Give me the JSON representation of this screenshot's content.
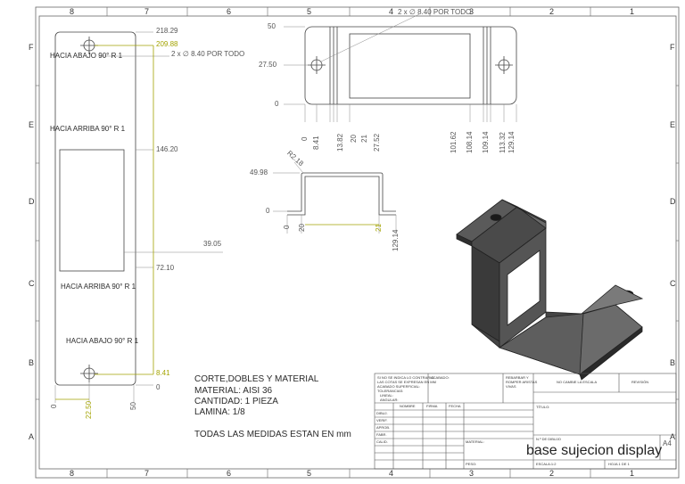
{
  "colors": {
    "line": "#555555",
    "dim": "#777777",
    "highlight": "#a3a300",
    "part": "#3d3d3d"
  },
  "zones": {
    "top": [
      "8",
      "7",
      "6",
      "5",
      "4",
      "3",
      "2",
      "1"
    ],
    "bottom": [
      "8",
      "7",
      "6",
      "5",
      "4",
      "3",
      "2",
      "1"
    ],
    "left": [
      "F",
      "E",
      "D",
      "C",
      "B",
      "A"
    ],
    "right": [
      "F",
      "E",
      "D",
      "C",
      "B",
      "A"
    ]
  },
  "flat_pattern": {
    "bend_labels": [
      "HACIA ABAJO  90°  R 1",
      "HACIA ARRIBA  90°  R 1",
      "HACIA ARRIBA  90°  R 1",
      "HACIA ABAJO  90°  R 1"
    ],
    "hole_note": "2 x ∅ 8.40 POR TODO",
    "dims_right": [
      "218.29",
      "209.88",
      "146.20",
      "72.10",
      "8.41",
      "0"
    ],
    "dim_side": "39.05",
    "dims_bottom": [
      "0",
      "22.50",
      "50"
    ]
  },
  "front_view": {
    "hole_note": "2 x ∅ 8.40 POR TODO",
    "dims_left": [
      "50",
      "27.50",
      "0"
    ],
    "dims_bottom": [
      "0",
      "8.41",
      "13.82",
      "20",
      "21",
      "27.52",
      "101.62",
      "108.14",
      "109.14",
      "113.32",
      "129.14"
    ]
  },
  "side_view": {
    "radius": "R2.18",
    "dims_left": [
      "49.98",
      "0"
    ],
    "dims_bottom": [
      "0",
      "20",
      "21",
      "129.14"
    ]
  },
  "notes": [
    "CORTE,DOBLES Y MATERIAL",
    "MATERIAL: AISI 36",
    "CANTIDAD: 1 PIEZA",
    "LAMINA: 1/8",
    "TODAS LAS MEDIDAS ESTAN EN mm"
  ],
  "title_block": {
    "spec": [
      "SI NO SE INDICA LO CONTRARIO:",
      "LAS COTAS SE EXPRESAN EN MM",
      "ACABADO SUPERFICIAL:",
      "TOLERANCIAS:",
      "LINEAL:",
      "ANGULAR:"
    ],
    "acabado": "ACABADO:",
    "rebarbar": [
      "REBARBAR Y",
      "ROMPER ARISTAS",
      "VIVAS"
    ],
    "no_escala": "NO CAMBIE LA ESCALA",
    "revision": "REVISIÓN",
    "headers": [
      "NOMBRE",
      "FIRMA",
      "FECHA"
    ],
    "roles": [
      "DIBUJ.",
      "VERIF.",
      "APROB.",
      "FABR.",
      "CALID."
    ],
    "titulo": "TÍTULO:",
    "material": "MATERIAL:",
    "peso": "PESO:",
    "n_dibujo": "N.º DE DIBUJO",
    "drawing_name": "base sujecion display",
    "size": "A4",
    "escala": "ESCALA:1:2",
    "hoja": "HOJA 1 DE 1"
  }
}
